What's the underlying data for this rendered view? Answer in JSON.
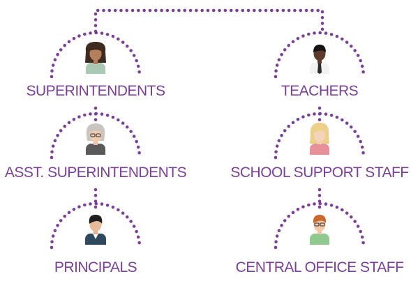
{
  "colors": {
    "accent": "#7a3f96",
    "label": "#7a3f96"
  },
  "nodes": [
    {
      "label": "SUPERINTENDENTS",
      "icon": "woman-dark-hair-avatar-icon"
    },
    {
      "label": "ASST. SUPERINTENDENTS",
      "icon": "older-woman-glasses-avatar-icon"
    },
    {
      "label": "PRINCIPALS",
      "icon": "man-suit-avatar-icon"
    },
    {
      "label": "TEACHERS",
      "icon": "man-tie-avatar-icon"
    },
    {
      "label": "SCHOOL SUPPORT STAFF",
      "icon": "blonde-woman-avatar-icon"
    },
    {
      "label": "CENTRAL OFFICE STAFF",
      "icon": "man-glasses-avatar-icon"
    }
  ]
}
